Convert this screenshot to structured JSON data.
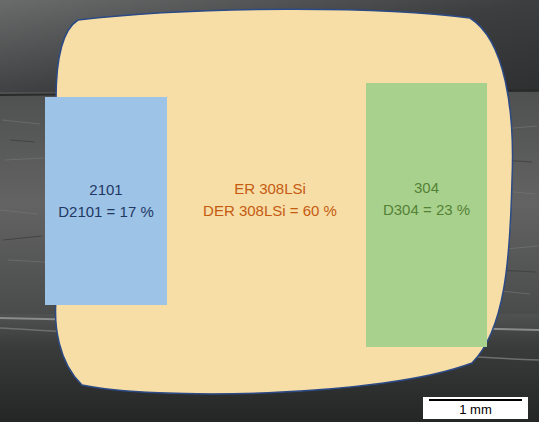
{
  "diagram": {
    "nodes": [
      {
        "text": [
          "2101",
          "D2101 = 17 %"
        ]
      },
      {
        "text": [
          "ER 308LSi",
          "DER 308LSi = 60 %"
        ]
      },
      {
        "text": [
          "304",
          "D304 = 23 %"
        ]
      }
    ],
    "labels": [
      "1 mm"
    ]
  }
}
